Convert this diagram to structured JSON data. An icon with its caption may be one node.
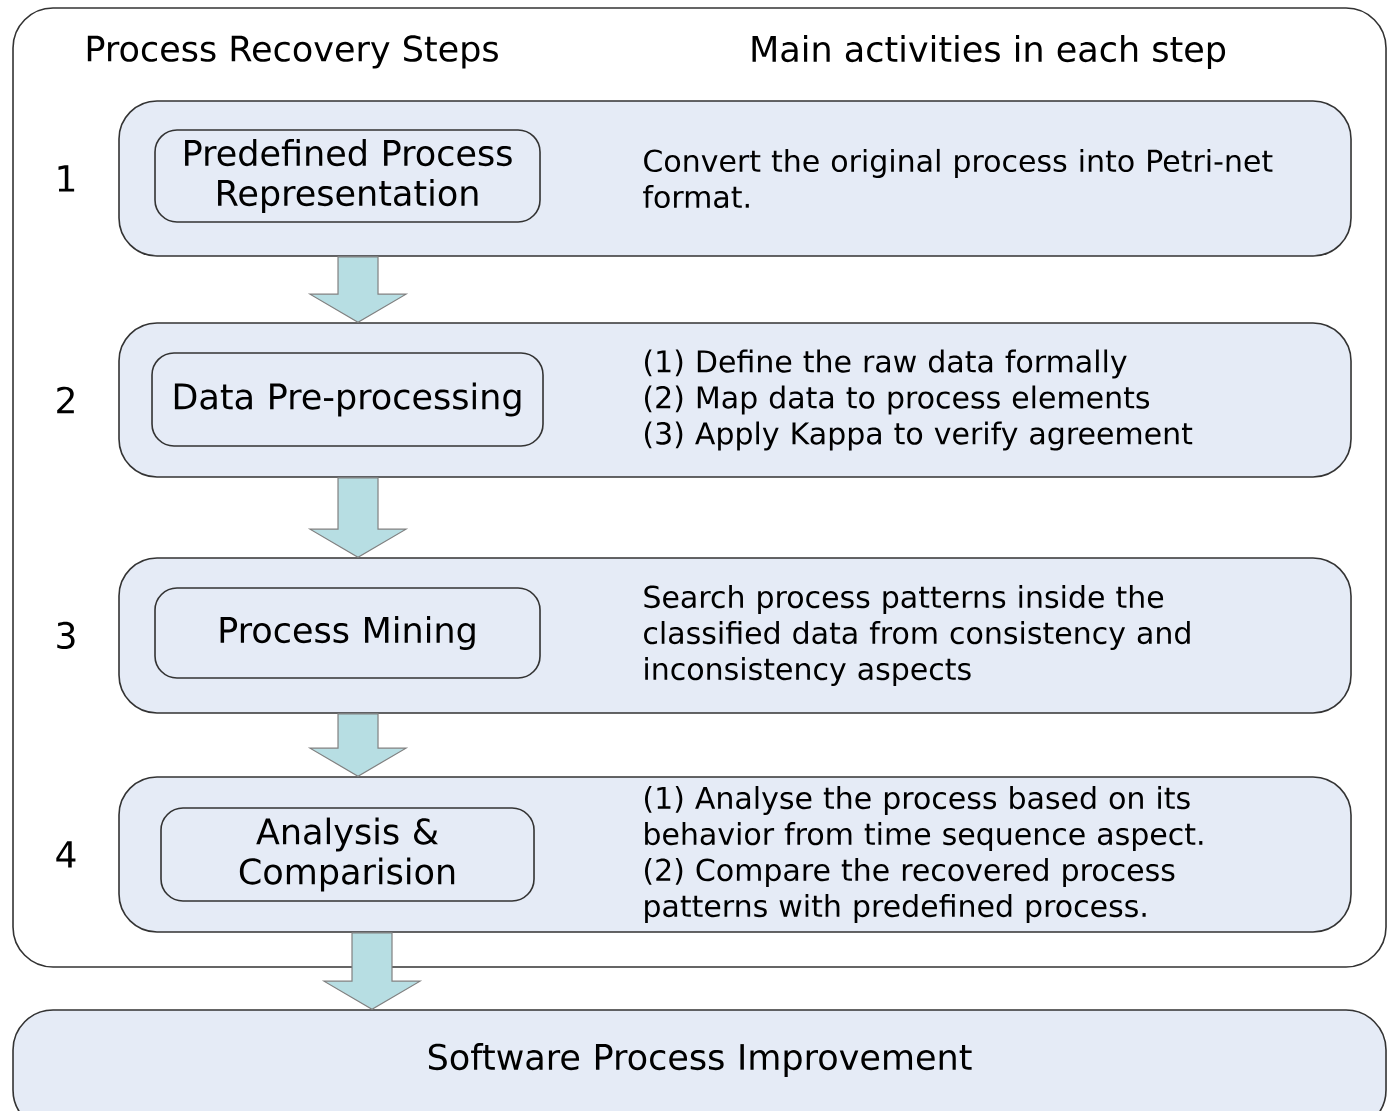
{
  "diagram": {
    "nodes": [
      {
        "text": [
          "Process Recovery Steps",
          "Main activities in each step"
        ]
      },
      {
        "text": [
          "Convert the original process into Petri-net format."
        ],
        "beside": [
          "1"
        ],
        "in": 0
      },
      {
        "text": [
          "Predefined Process Representation"
        ],
        "in": 1
      },
      {
        "text": [
          "(1) Define the raw data formally",
          "(2) Map data to process elements",
          "(3) Apply Kappa to verify agreement"
        ],
        "beside": [
          "2"
        ],
        "in": 0
      },
      {
        "text": [
          "Data Pre-processing"
        ],
        "in": 3
      },
      {
        "text": [
          "Search process patterns inside the classified data from consistency and inconsistency aspects"
        ],
        "beside": [
          "3"
        ],
        "in": 0
      },
      {
        "text": [
          "Process Mining"
        ],
        "in": 5
      },
      {
        "text": [
          "(1) Analyse the process based on its behavior from time sequence aspect.",
          "(2) Compare the recovered process patterns with predefined process."
        ],
        "beside": [
          "4"
        ],
        "in": 0
      },
      {
        "text": [
          "Analysis & Comparision"
        ],
        "in": 7
      },
      {
        "text": [
          "Software Process Improvement"
        ]
      }
    ],
    "edges": [
      {
        "from": 1,
        "to": 3,
        "arrow": "to"
      },
      {
        "from": 3,
        "to": 5,
        "arrow": "to"
      },
      {
        "from": 5,
        "to": 7,
        "arrow": "to"
      },
      {
        "from": 7,
        "to": 9,
        "arrow": "to"
      }
    ]
  }
}
